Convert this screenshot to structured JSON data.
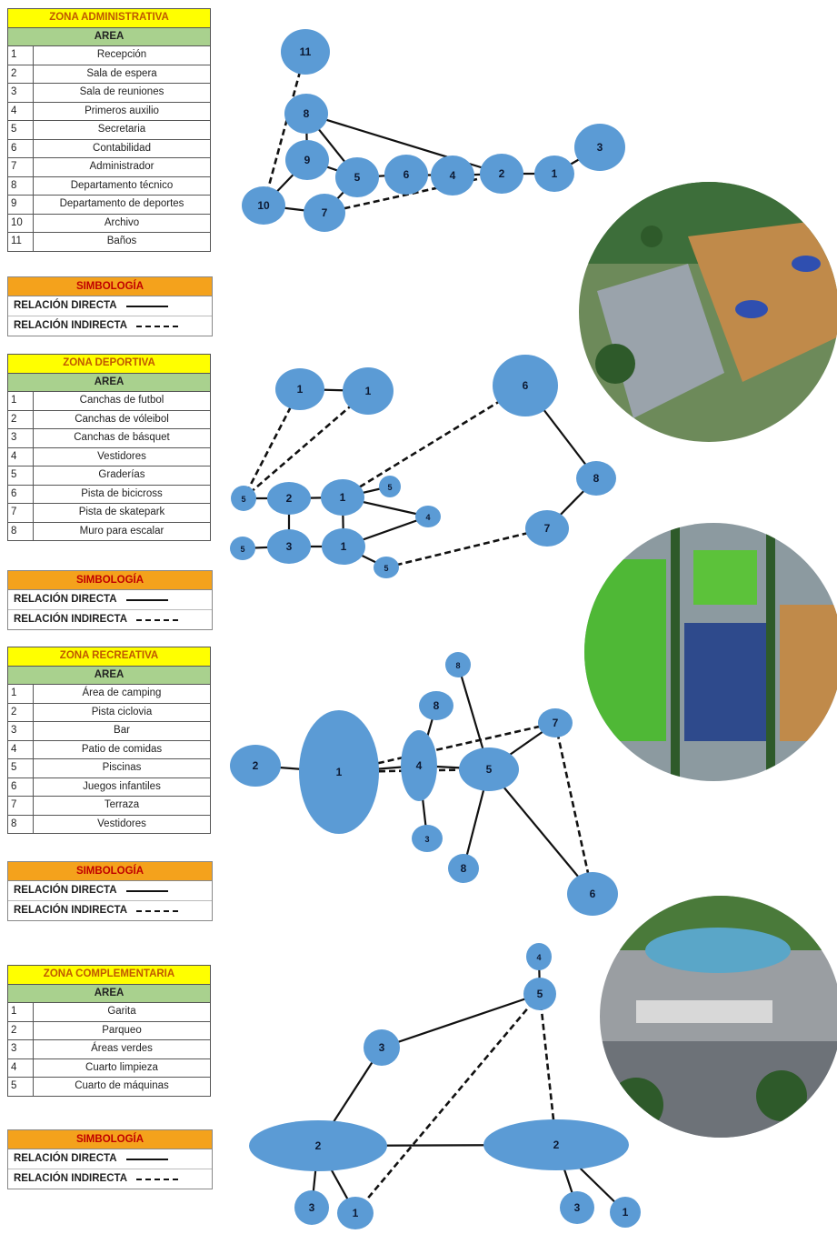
{
  "zones": [
    {
      "title": "ZONA ADMINISTRATIVA",
      "area_header": "AREA",
      "rows": [
        {
          "n": "1",
          "name": "Recepción"
        },
        {
          "n": "2",
          "name": "Sala de espera"
        },
        {
          "n": "3",
          "name": "Sala de reuniones"
        },
        {
          "n": "4",
          "name": "Primeros auxilio"
        },
        {
          "n": "5",
          "name": "Secretaria"
        },
        {
          "n": "6",
          "name": "Contabilidad"
        },
        {
          "n": "7",
          "name": "Administrador"
        },
        {
          "n": "8",
          "name": "Departamento técnico"
        },
        {
          "n": "9",
          "name": "Departamento de deportes"
        },
        {
          "n": "10",
          "name": "Archivo"
        },
        {
          "n": "11",
          "name": "Baños"
        }
      ]
    },
    {
      "title": "ZONA DEPORTIVA",
      "area_header": "AREA",
      "rows": [
        {
          "n": "1",
          "name": "Canchas de futbol"
        },
        {
          "n": "2",
          "name": "Canchas de vóleibol"
        },
        {
          "n": "3",
          "name": "Canchas de básquet"
        },
        {
          "n": "4",
          "name": "Vestidores"
        },
        {
          "n": "5",
          "name": "Graderías"
        },
        {
          "n": "6",
          "name": "Pista de bicicross"
        },
        {
          "n": "7",
          "name": "Pista de skatepark"
        },
        {
          "n": "8",
          "name": "Muro para escalar"
        }
      ]
    },
    {
      "title": "ZONA RECREATIVA",
      "area_header": "AREA",
      "rows": [
        {
          "n": "1",
          "name": "Área de camping"
        },
        {
          "n": "2",
          "name": "Pista ciclovia"
        },
        {
          "n": "3",
          "name": "Bar"
        },
        {
          "n": "4",
          "name": "Patio de comidas"
        },
        {
          "n": "5",
          "name": "Piscinas"
        },
        {
          "n": "6",
          "name": "Juegos infantiles"
        },
        {
          "n": "7",
          "name": "Terraza"
        },
        {
          "n": "8",
          "name": "Vestidores"
        }
      ]
    },
    {
      "title": "ZONA COMPLEMENTARIA",
      "area_header": "AREA",
      "rows": [
        {
          "n": "1",
          "name": "Garita"
        },
        {
          "n": "2",
          "name": "Parqueo"
        },
        {
          "n": "3",
          "name": "Áreas verdes"
        },
        {
          "n": "4",
          "name": "Cuarto limpieza"
        },
        {
          "n": "5",
          "name": "Cuarto de máquinas"
        }
      ]
    }
  ],
  "legends": [
    {
      "title": "SIMBOLOGÍA",
      "direct": "RELACIÓN DIRECTA",
      "indirect": "RELACIÓN INDIRECTA"
    },
    {
      "title": "SIMBOLOGÍA",
      "direct": "RELACIÓN DIRECTA",
      "indirect": "RELACIÓN INDIRECTA"
    },
    {
      "title": "SIMBOLOGÍA",
      "direct": "RELACIÓN DIRECTA",
      "indirect": "RELACIÓN INDIRECTA"
    },
    {
      "title": "SIMBOLOGÍA",
      "direct": "RELACIÓN DIRECTA",
      "indirect": "RELACIÓN INDIRECTA"
    }
  ],
  "diagram_nodes": {
    "admin": [
      "11",
      "8",
      "9",
      "5",
      "6",
      "4",
      "2",
      "1",
      "3",
      "10",
      "7"
    ],
    "deportiva": [
      "1",
      "1",
      "6",
      "5",
      "2",
      "1",
      "5",
      "4",
      "8",
      "7",
      "5",
      "3",
      "1",
      "5"
    ],
    "recreativa": [
      "8",
      "2",
      "8",
      "7",
      "1",
      "4",
      "5",
      "3",
      "8",
      "6"
    ],
    "complementaria": [
      "4",
      "5",
      "3",
      "2",
      "2",
      "3",
      "1",
      "3",
      "1"
    ]
  },
  "colors": {
    "node": "#5b9bd5",
    "title_bg": "#ffff00",
    "area_bg": "#a9d18e",
    "legend_bg": "#f4a21c"
  },
  "images": [
    "sports-complex-render-photo",
    "courts-render-photo",
    "plaza-render-photo"
  ]
}
